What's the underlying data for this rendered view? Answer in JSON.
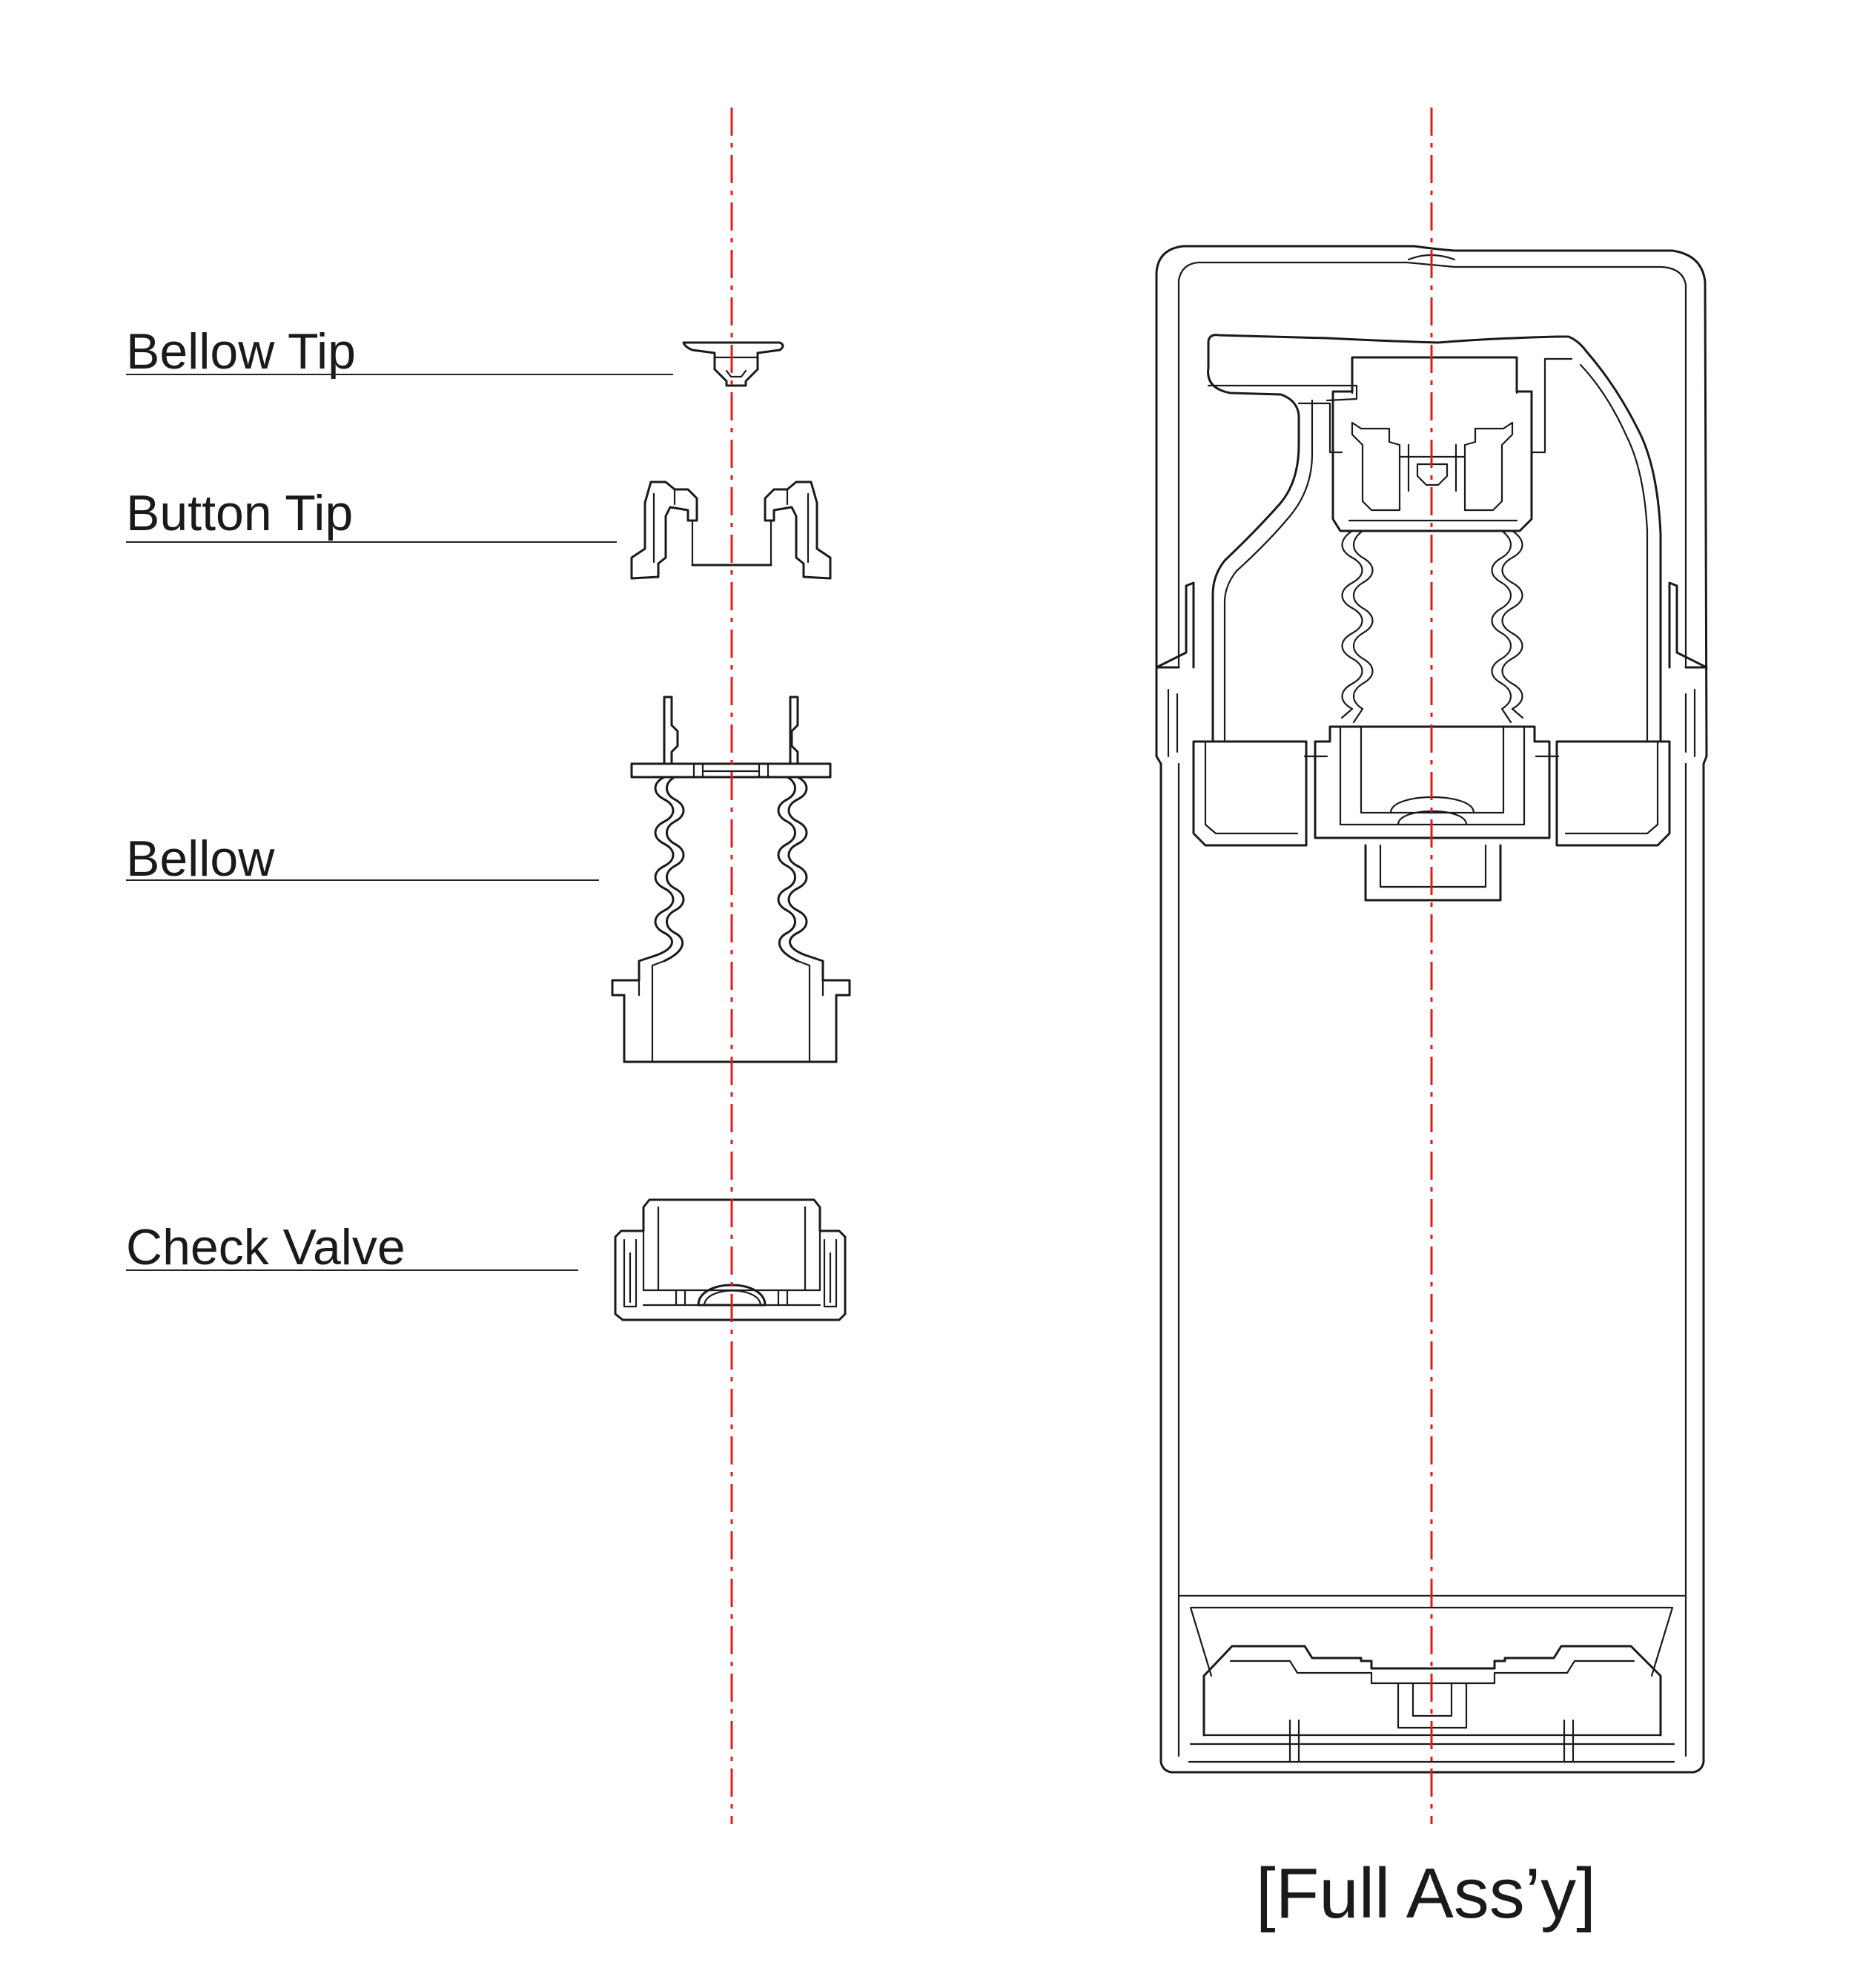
{
  "parts": [
    {
      "key": "bellow_tip",
      "label": "Bellow Tip"
    },
    {
      "key": "button_tip",
      "label": "Button Tip"
    },
    {
      "key": "bellow",
      "label": "Bellow"
    },
    {
      "key": "check_valve",
      "label": "Check Valve"
    }
  ],
  "caption": "[Full Ass’y]",
  "colors": {
    "line": "#1a1a1a",
    "center_axis": "#d81e1e",
    "background": "#ffffff"
  }
}
